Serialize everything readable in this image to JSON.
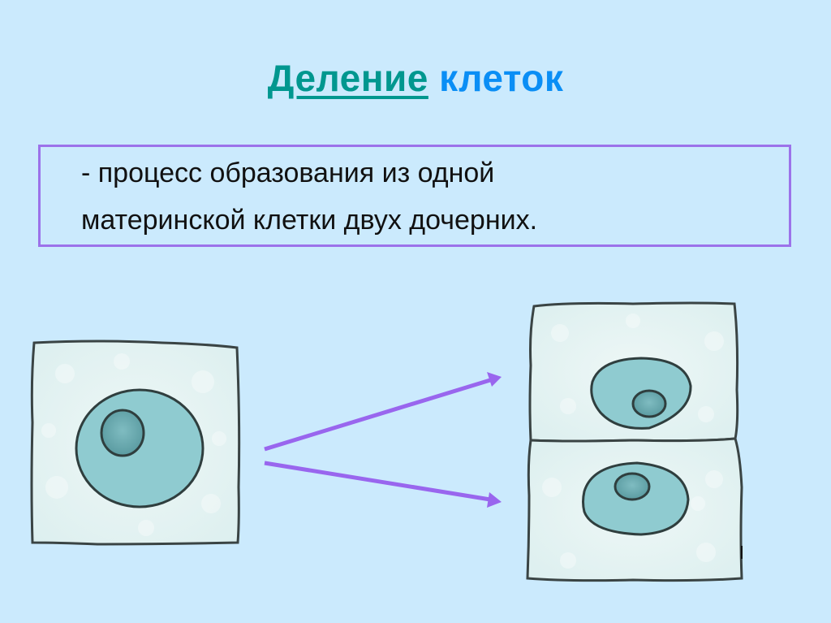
{
  "slide": {
    "title": {
      "word1": "Деление",
      "word2": "клеток",
      "word1_color": "#00978f",
      "word2_color": "#0a8ef5"
    },
    "definition": {
      "line1": "- процесс образования из одной",
      "line2": "материнской клетки двух дочерних.",
      "border_color": "#9c72ea"
    },
    "diagram": {
      "mother_cell": "mother-cell-icon",
      "daughter_cells": [
        "daughter-cell-top-icon",
        "daughter-cell-bottom-icon"
      ],
      "arrows": [
        "arrow-up-right-icon",
        "arrow-down-right-icon"
      ],
      "arrow_color": "#9966ee",
      "cytoplasm_color": "#e2f1f1",
      "nucleus_color": "#8fcbd0",
      "nucleolus_color": "#5d9ea3",
      "outline_color": "#3a4a4a"
    },
    "background_color": "#cbeafd"
  }
}
